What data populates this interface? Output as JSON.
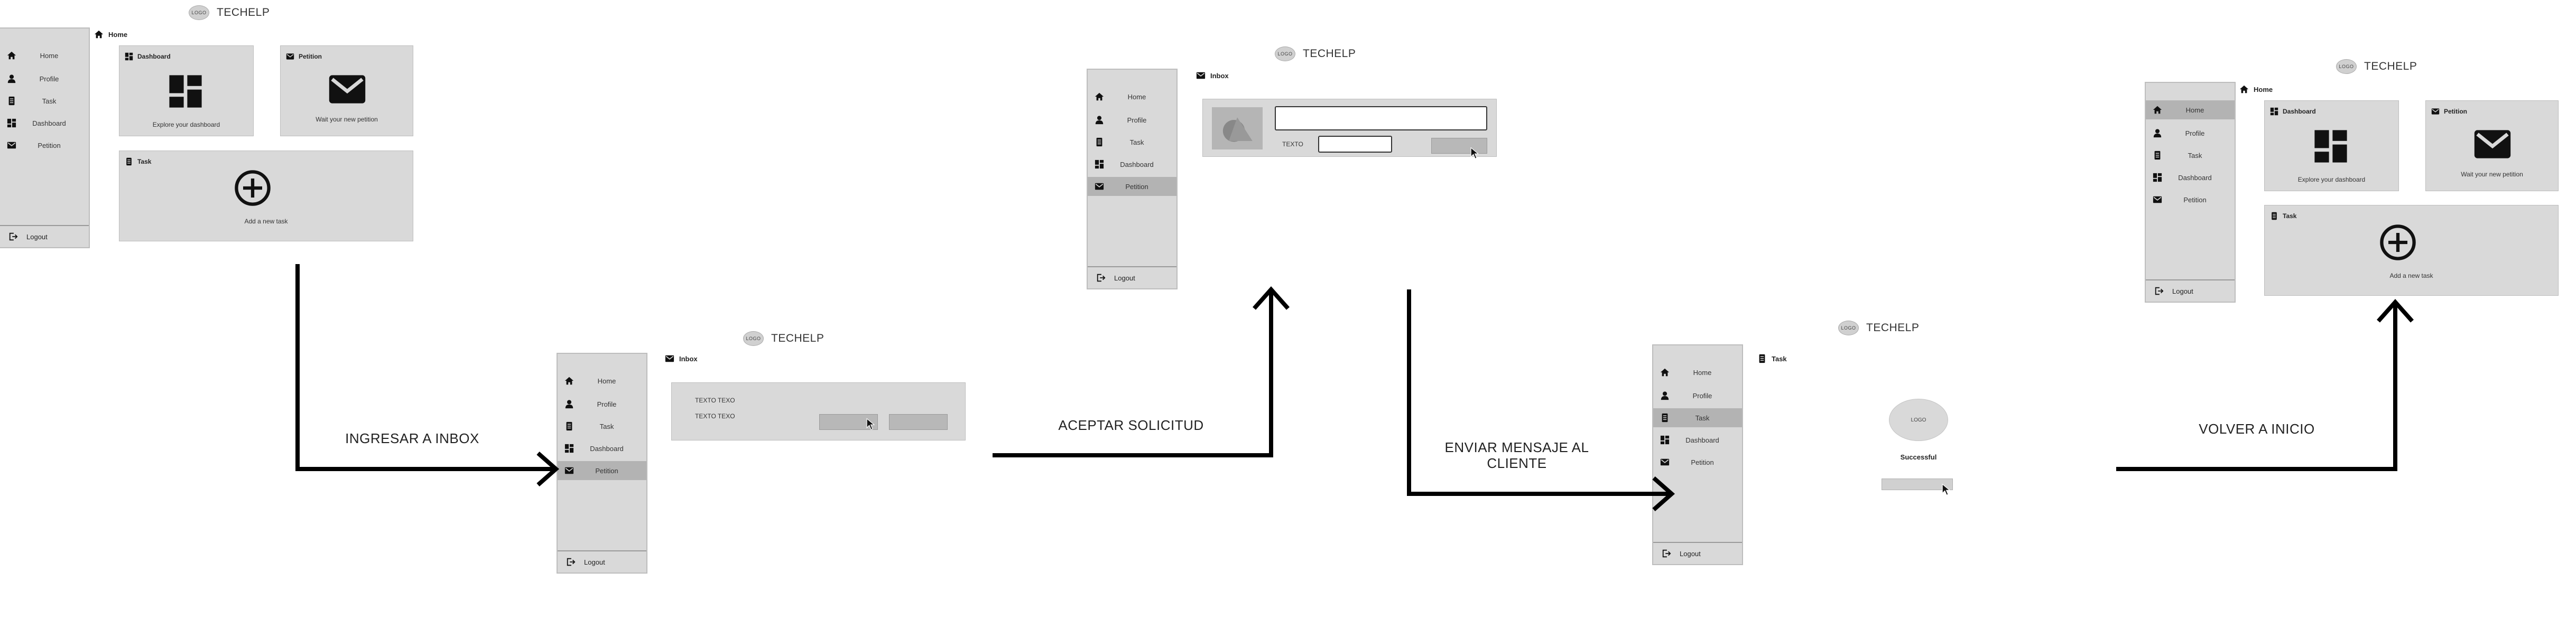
{
  "brand": {
    "name": "TECHELP",
    "logo_text": "LOGO"
  },
  "nav": {
    "home": "Home",
    "profile": "Profile",
    "task": "Task",
    "dashboard": "Dashboard",
    "petition": "Petition",
    "logout": "Logout"
  },
  "home_screen": {
    "page_title": "Home",
    "dashboard_card": {
      "title": "Dashboard",
      "caption": "Explore your dashboard"
    },
    "petition_card": {
      "title": "Petition",
      "caption": "Wait your new petition"
    },
    "task_card": {
      "title": "Task",
      "caption": "Add a new task"
    }
  },
  "inbox_list_screen": {
    "page_title": "Inbox",
    "row1_text": "TEXTO TEXO",
    "row2_text": "TEXTO TEXO"
  },
  "inbox_detail_screen": {
    "page_title": "Inbox",
    "field_label": "TEXTO"
  },
  "task_screen": {
    "page_title": "Task",
    "status_text": "Successful"
  },
  "steps": {
    "step1": "INGRESAR A INBOX",
    "step2": "ACEPTAR SOLICITUD",
    "step3_line1": "ENVIAR MENSAJE AL",
    "step3_line2": "CLIENTE",
    "step4": "VOLVER A INICIO"
  },
  "colors": {
    "panel": "#d9d9d9",
    "active": "#b3b3b3",
    "arrow": "#000000"
  }
}
